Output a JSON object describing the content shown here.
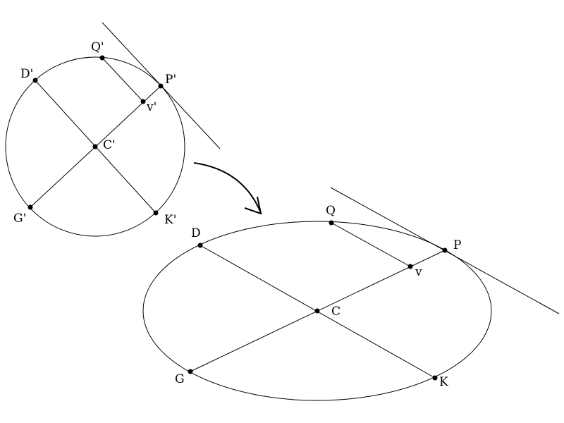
{
  "colors": {
    "background": "#ffffff",
    "ink": "#000000"
  },
  "circle": {
    "labels": {
      "Q": "Q'",
      "D": "D'",
      "P": "P'",
      "v": "v'",
      "C": "C'",
      "G": "G'",
      "K": "K'"
    }
  },
  "ellipse": {
    "labels": {
      "Q": "Q",
      "D": "D",
      "P": "P",
      "v": "v",
      "C": "C",
      "G": "G",
      "K": "K"
    }
  }
}
